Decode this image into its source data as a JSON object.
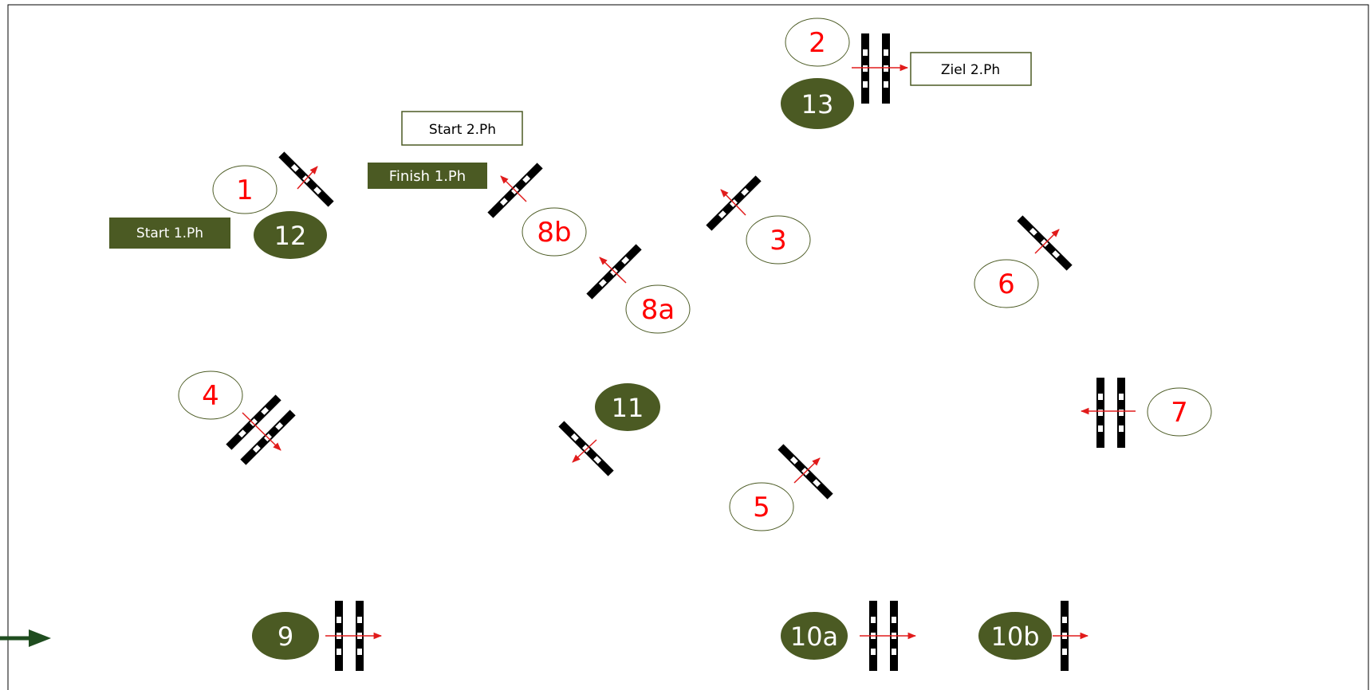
{
  "colors": {
    "dark_green": "#4b5a23",
    "outline_green": "#4b5a23",
    "red": "#ff0000",
    "arrow_red": "#e11b1b",
    "pole_black": "#000000",
    "entry_arrow": "#1f4d1f"
  },
  "labels": {
    "start_phase1": "Start 1.Ph",
    "finish_phase1": "Finish 1.Ph",
    "start_phase2": "Start 2.Ph",
    "finish_phase2": "Ziel 2.Ph"
  },
  "phase1_numbers": {
    "n1": "1",
    "n2": "2",
    "n3": "3",
    "n4": "4",
    "n5": "5",
    "n6": "6",
    "n7": "7",
    "n8a": "8a",
    "n8b": "8b"
  },
  "phase2_numbers": {
    "n9": "9",
    "n10a": "10a",
    "n10b": "10b",
    "n11": "11",
    "n12": "12",
    "n13": "13"
  }
}
